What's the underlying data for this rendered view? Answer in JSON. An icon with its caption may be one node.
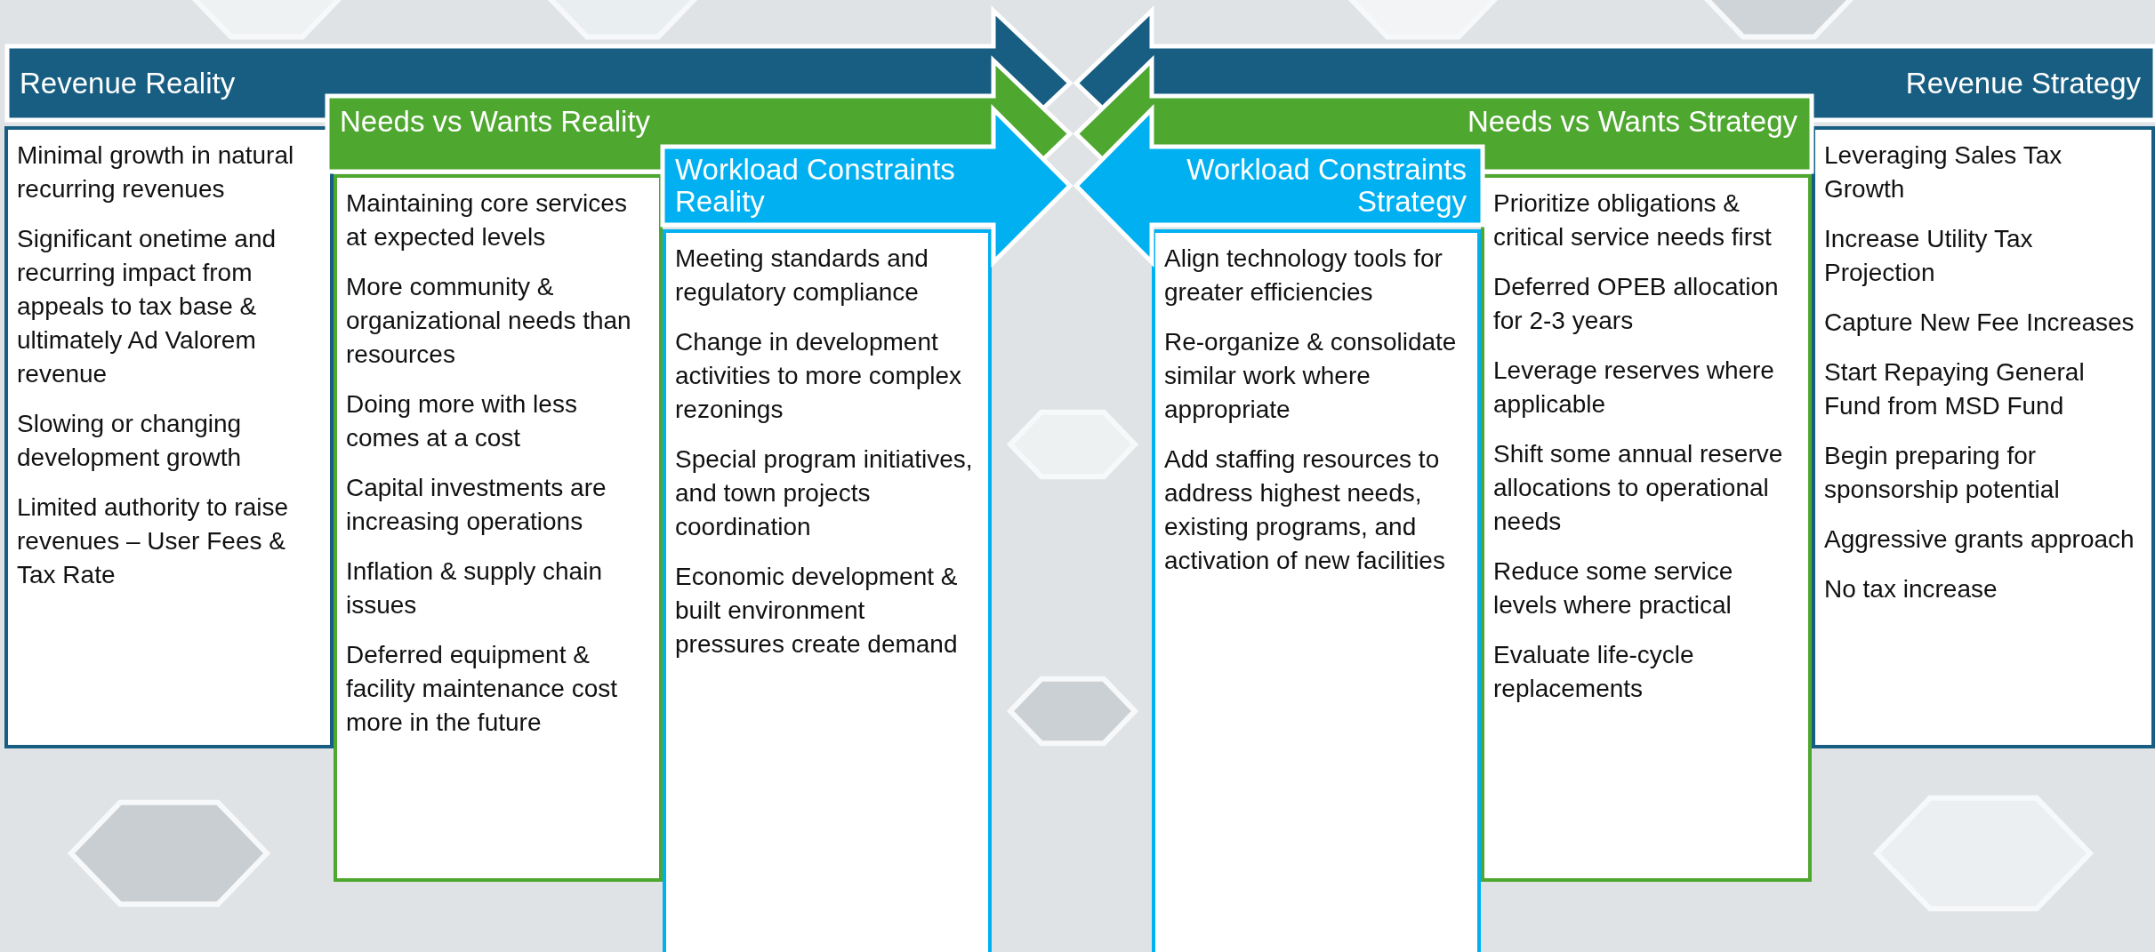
{
  "diagram": {
    "nodes": [
      {
        "text": [
          "Revenue Reality"
        ]
      },
      {
        "text": [
          "Minimal growth in natural recurring revenues",
          "Significant onetime and recurring impact from appeals to tax base & ultimately Ad Valorem revenue",
          "Slowing or changing development growth",
          "Limited authority to raise revenues – User Fees & Tax Rate"
        ]
      },
      {
        "text": [
          "Needs vs Wants Reality"
        ]
      },
      {
        "text": [
          "Maintaining core services at expected levels",
          "More community & organizational needs than resources",
          "Doing more with less comes at a cost",
          "Capital investments are increasing operations",
          "Inflation & supply chain issues",
          "Deferred equipment & facility maintenance cost more in the future"
        ]
      },
      {
        "text": [
          "Workload Constraints Reality"
        ]
      },
      {
        "text": [
          "Meeting standards and regulatory compliance",
          "Change in development activities to more complex rezonings",
          "Special program initiatives, and town projects coordination",
          "Economic development & built environment pressures create demand"
        ]
      },
      {
        "text": [
          "Workload Constraints Strategy"
        ]
      },
      {
        "text": [
          "Align technology tools for greater efficiencies",
          "Re-organize & consolidate similar work where appropriate",
          "Add staffing resources to address highest needs, existing programs, and activation of new facilities"
        ]
      },
      {
        "text": [
          "Needs vs Wants Strategy"
        ]
      },
      {
        "text": [
          "Prioritize obligations & critical service needs first",
          "Deferred OPEB allocation for 2-3 years",
          "Leverage reserves where applicable",
          "Shift some annual reserve allocations to operational needs",
          "Reduce some service levels where practical",
          "Evaluate life-cycle replacements"
        ]
      },
      {
        "text": [
          "Revenue Strategy"
        ]
      },
      {
        "text": [
          "Leveraging Sales Tax Growth",
          "Increase Utility Tax Projection",
          "Capture New Fee Increases",
          "Start Repaying General Fund from MSD Fund",
          "Begin preparing for sponsorship potential",
          "Aggressive grants approach",
          "No tax increase"
        ]
      }
    ]
  }
}
